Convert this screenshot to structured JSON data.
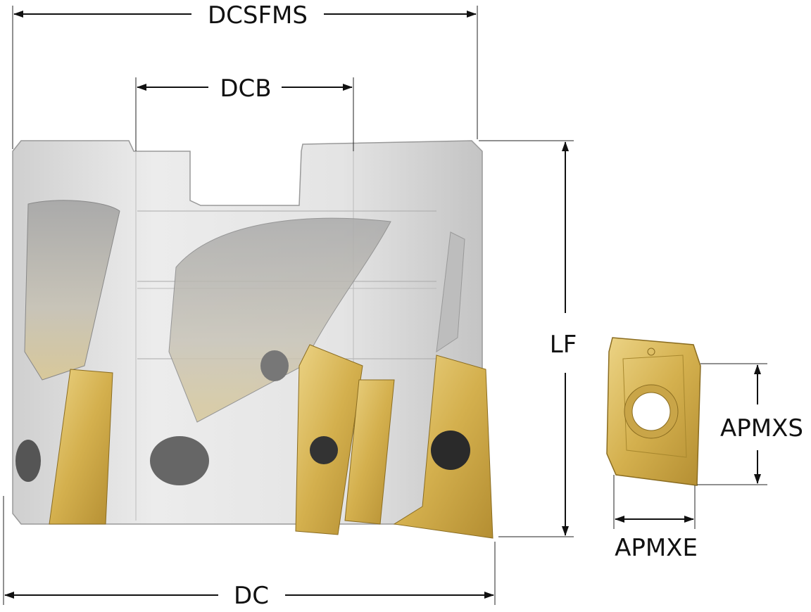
{
  "labels": {
    "dcsfms": "DCSFMS",
    "dcb": "DCB",
    "lf": "LF",
    "apmxs": "APMXS",
    "apmxe": "APMXE",
    "dc": "DC"
  },
  "colors": {
    "body": "#dcdcdc",
    "body_shadow": "#b9b9b9",
    "insert_gold": "#d9b95a",
    "insert_dark": "#9a7a2a",
    "line": "#111111"
  }
}
